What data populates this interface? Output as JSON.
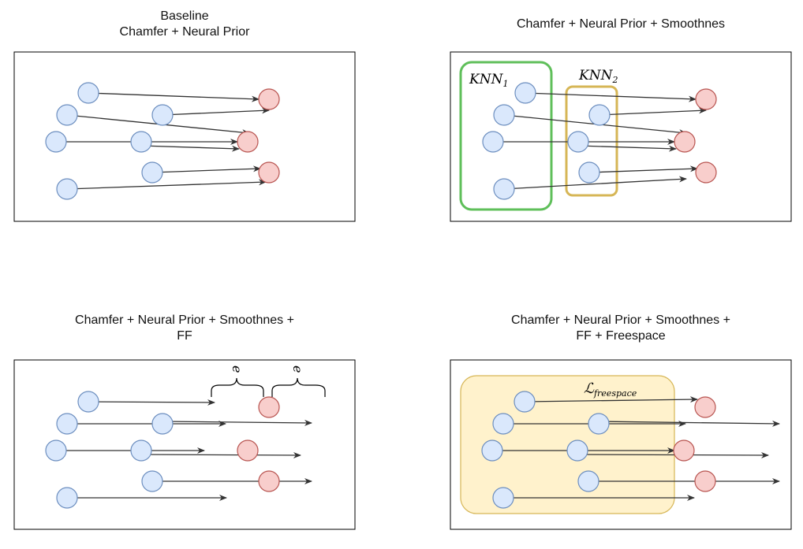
{
  "panels": {
    "p1": {
      "title_line1": "Baseline",
      "title_line2": "Chamfer + Neural Prior"
    },
    "p2": {
      "title_line1": "Chamfer + Neural Prior + Smoothnes",
      "knn1_main": "KNN",
      "knn1_sub": "1",
      "knn2_main": "KNN",
      "knn2_sub": "2"
    },
    "p3": {
      "title_line1": "Chamfer + Neural Prior + Smoothnes +",
      "title_line2": "FF",
      "eps_label": "e"
    },
    "p4": {
      "title_line1": "Chamfer + Neural Prior + Smoothnes +",
      "title_line2": "FF + Freespace",
      "loss_main": "ℒ",
      "loss_sub": "freespace"
    }
  },
  "colors": {
    "source_fill": "#dae8fc",
    "source_stroke": "#6c8ebf",
    "target_fill": "#f8cecc",
    "target_stroke": "#b85450",
    "arrow": "#333333",
    "knn1": "#5fbf5a",
    "knn2": "#d6b656",
    "freespace_fill": "#fff2cc",
    "freespace_stroke": "#d6b656"
  }
}
